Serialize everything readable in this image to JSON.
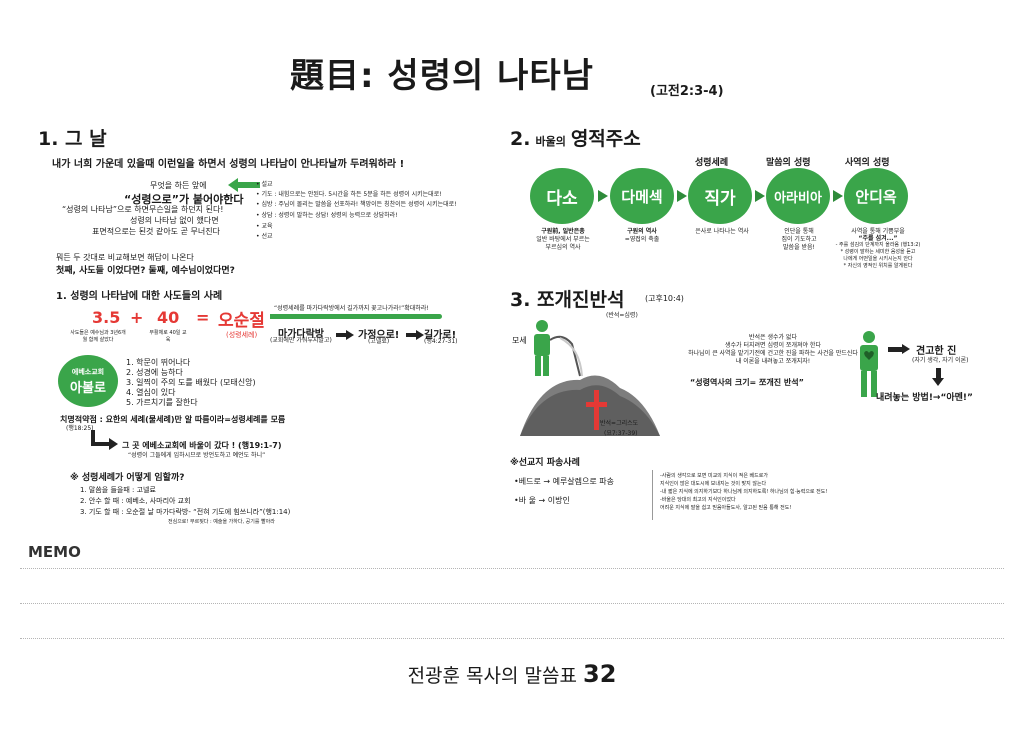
{
  "header": {
    "title": "題目: 성령의 나타남",
    "reference": "(고전2:3-4)"
  },
  "s1": {
    "heading": "1. 그 날",
    "subtitle": "내가 너희 가운데 있을때 이런일을 하면서 성령의 나타남이 안나타날까 두려워하라 !",
    "a1": "무엇을 하든 앞에",
    "a2": "“성령으로”가 붙어야한다",
    "a3": "“성령의 나타남”으로 하면무슨일을 하던지 된다!",
    "a4": "성령의 나타남 없이 했다면",
    "a5": "표면적으로는 된것 같아도 곧 무너진다",
    "b1": "• 설교",
    "b2": "• 기도 : 내힘으로는 안된다. 5시간을 하든 5분을 하든 성령이 시키는대로!",
    "b3": "• 심방 : 주님이 몰리는 말씀을 선포하라! 책망이든 칭찬이든 성령이 시키는대로!",
    "b4": "• 상담 : 성령이 말하는 상담! 성령의 능력으로 상담하라!",
    "b5": "• 교육",
    "b6": "• 선교",
    "c1": "뭐든 두 갓대로 비교해보면 해답이 나온다",
    "c2": "첫째, 사도들 이었다면?   둘째, 예수님이었다면?",
    "case_heading": "1. 성령의 나타남에 대한 사도들의 사례",
    "eq": {
      "n1": "3.5",
      "plus": "+",
      "n2": "40",
      "equals": "=",
      "result": "오순절",
      "result_sub": "(성령세례)"
    },
    "n1_sub": "사도들은 예수님과 3년6개월 함께 살았다",
    "n2_sub": "부활체로 40일 교육",
    "quote": "“성령세례를 마가다락방에서 길가까지 꽃고나가라!”확대하라!",
    "mark": "마가다락방",
    "mark_sub": "(교회에만 가둬두지말고)",
    "home": "가정으로!",
    "home_sub": "(고넬료)",
    "street": "길가로!",
    "street_sub": "(행4:27-31)",
    "ephesus_circle_top": "에베소교회",
    "ephesus_circle_name": "아볼로",
    "ephesus_list": [
      "1. 학문이 뛰어나다",
      "2. 성경에 능하다",
      "3. 일찍이 주의 도를 배웠다 (모태신앙)",
      "4. 열심이 있다",
      "5. 가르치기를 잘한다"
    ],
    "fatal": "치명적약점 : 요한의 세례(물세례)만 알 따름이라=성령세례를 모름",
    "fatal_ref": "(행18:25)",
    "paul": "그 곳 에베소교회에 바울이 갔다 ! (행19:1-7)",
    "paul_sub": "“성령이 그들에게 임하시므로 방언도하고 예언도 하니”",
    "how_heading": "※ 성령세례가 어떻게 임할까?",
    "how1": "1. 말씀을 들을때 : 고넬료",
    "how2": "2. 안수 할 때 : 예베소, 사마리아 교회",
    "how3": "3. 기도 할 때 : 오순절 날 마가다락방- “전혀 기도에 힘쓰니라”(행1:14)",
    "how3b": "전심으로! 부르짖다 : 예술을 가하다, 공기를 빨아라"
  },
  "s2": {
    "heading_num": "2.",
    "heading_small": "바울의",
    "heading_big": "영적주소",
    "labels": [
      "성령세례",
      "말씀의 성령",
      "사역의 성령"
    ],
    "cities": [
      "다소",
      "다메섹",
      "직가",
      "아라비아",
      "안디옥"
    ],
    "notes": [
      [
        "구원前, 일반은총",
        "일반 바탕에서 부르는",
        "부르심의 역사"
      ],
      [
        "구원의 역사",
        "=영접의 축출"
      ],
      [
        "은사로 나타나는 역사"
      ],
      [
        "인단을 통해",
        "집이 기도하고",
        "말씀을 받음!"
      ],
      [
        "사역을 통해 기쁨부을",
        "“주를 섬겨...”",
        "- 주를 섬김의 단계까지 올라옴 (행13:2)",
        "* 성령이 말하는 세미한 음성을 듣고",
        "나에게 어떤일을 시키시는지 안다",
        "* 자신의 영적인 위치를 알게된다"
      ]
    ]
  },
  "s3": {
    "heading": "3. 쪼개진반석",
    "ref": "(고후10:4)",
    "ref2": "(반석=심령)",
    "moses": "모세",
    "rock_text": [
      "반석은 생수가 없다",
      "생수가 터지려면 심령이 쪼개져야 한다",
      "하나님이 큰 사역을 맡기기전에 건고한 진을 파하는 사건을 만드신다",
      "내 이론을 내려놓고 쪼개지자!"
    ],
    "rock_ref": "반석=그리스도",
    "rock_ref2": "(요7:37-39)",
    "size": "“성령역사의 크기= 쪼개진 반석”",
    "fortress": "견고한 진",
    "fortress_sub": "(자기 생각, 자기 이론)",
    "put_down": "내려놓는 방법!→“아멘!”"
  },
  "mission": {
    "heading": "※선교지 파송사례",
    "a1": "•베드로 → 예루살렘으로 파송",
    "a2": "•바  울 → 이방인",
    "notes": [
      "-사람의 생각으로 보면 미교의 지식이 적은 베드로가",
      "지식인이 많은 대도시에 보내지는 것이 맞지 않는다",
      "-내 짧은 지식에 의지하기보다 하나님께 의지하도록! 하나님의 힘·능력으로 전도!",
      "-바울은 당대의 최고의 지식인이었다",
      "어려운 지식에 말을 쉽고 믿음아들도사, 알고된 믿음 통해 전도!"
    ]
  },
  "memo": {
    "label": "MEMO"
  },
  "footer": {
    "text": "전광훈 목사의 말씀표",
    "number": "32"
  }
}
